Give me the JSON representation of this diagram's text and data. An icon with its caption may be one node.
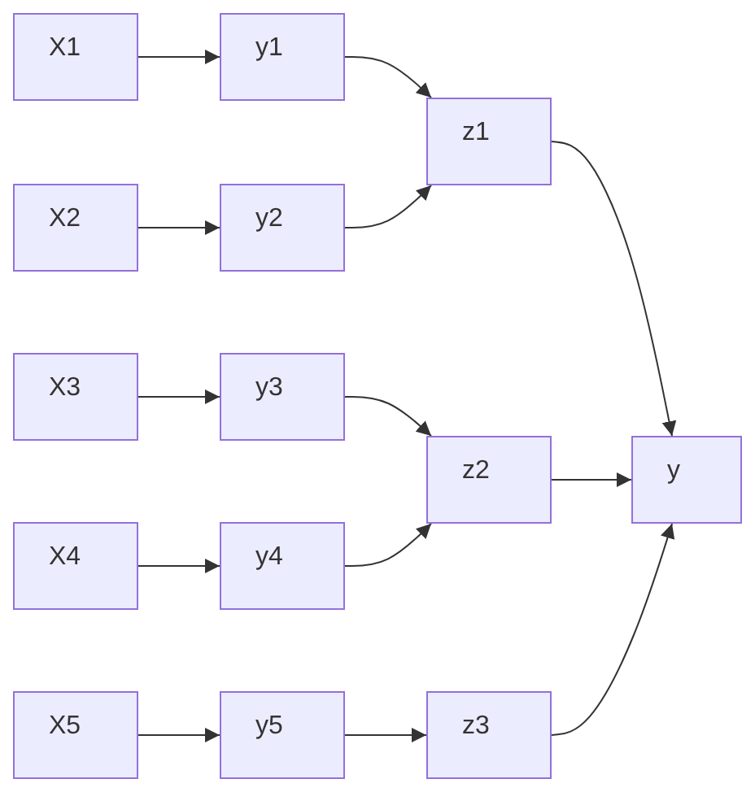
{
  "diagram": {
    "nodes": [
      {
        "text": [
          "X1"
        ]
      },
      {
        "text": [
          "y1"
        ]
      },
      {
        "text": [
          "z1"
        ]
      },
      {
        "text": [
          "X2"
        ]
      },
      {
        "text": [
          "y2"
        ]
      },
      {
        "text": [
          "X3"
        ]
      },
      {
        "text": [
          "y3"
        ]
      },
      {
        "text": [
          "z2"
        ]
      },
      {
        "text": [
          "y"
        ]
      },
      {
        "text": [
          "X4"
        ]
      },
      {
        "text": [
          "y4"
        ]
      },
      {
        "text": [
          "X5"
        ]
      },
      {
        "text": [
          "y5"
        ]
      },
      {
        "text": [
          "z3"
        ]
      }
    ],
    "edges": [
      {
        "from": 0,
        "to": 1,
        "arrow": "to"
      },
      {
        "from": 3,
        "to": 4,
        "arrow": "to"
      },
      {
        "from": 5,
        "to": 6,
        "arrow": "to"
      },
      {
        "from": 9,
        "to": 10,
        "arrow": "to"
      },
      {
        "from": 11,
        "to": 12,
        "arrow": "to"
      },
      {
        "from": 1,
        "to": 2,
        "arrow": "to"
      },
      {
        "from": 4,
        "to": 2,
        "arrow": "to"
      },
      {
        "from": 6,
        "to": 7,
        "arrow": "to"
      },
      {
        "from": 10,
        "to": 7,
        "arrow": "to"
      },
      {
        "from": 12,
        "to": 13,
        "arrow": "to"
      },
      {
        "from": 2,
        "to": 8,
        "arrow": "to"
      },
      {
        "from": 7,
        "to": 8,
        "arrow": "to"
      },
      {
        "from": 13,
        "to": 8,
        "arrow": "to"
      }
    ]
  }
}
